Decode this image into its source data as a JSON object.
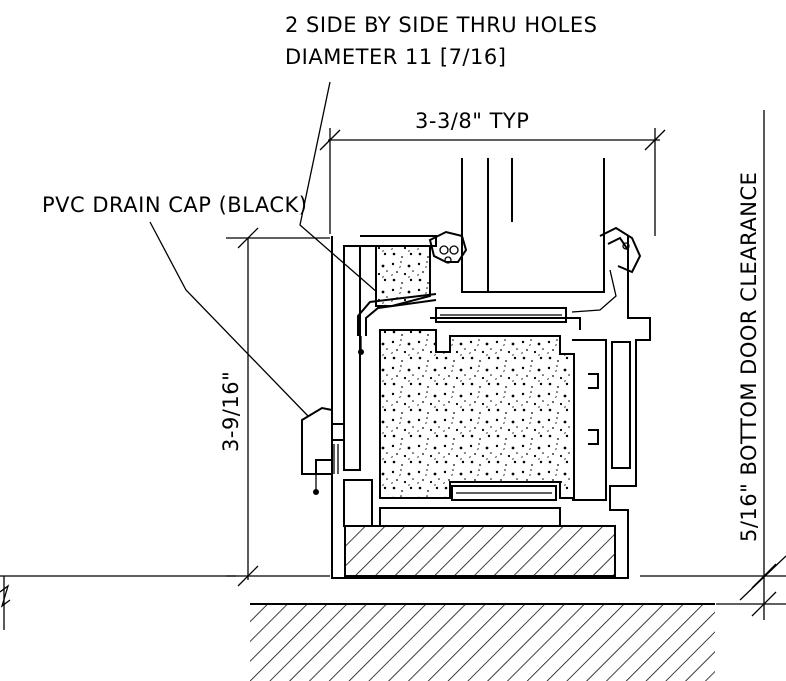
{
  "labels": {
    "holes_line1": "2 SIDE BY SIDE THRU HOLES",
    "holes_line2": "DIAMETER 11 [7/16]",
    "width_dim": "3-3/8\" TYP",
    "drain_cap": "PVC DRAIN CAP (BLACK)",
    "height_dim": "3-9/16\"",
    "clearance": "5/16\" BOTTOM DOOR CLEARANCE"
  },
  "colors": {
    "ink": "#000000",
    "paper": "#ffffff"
  }
}
